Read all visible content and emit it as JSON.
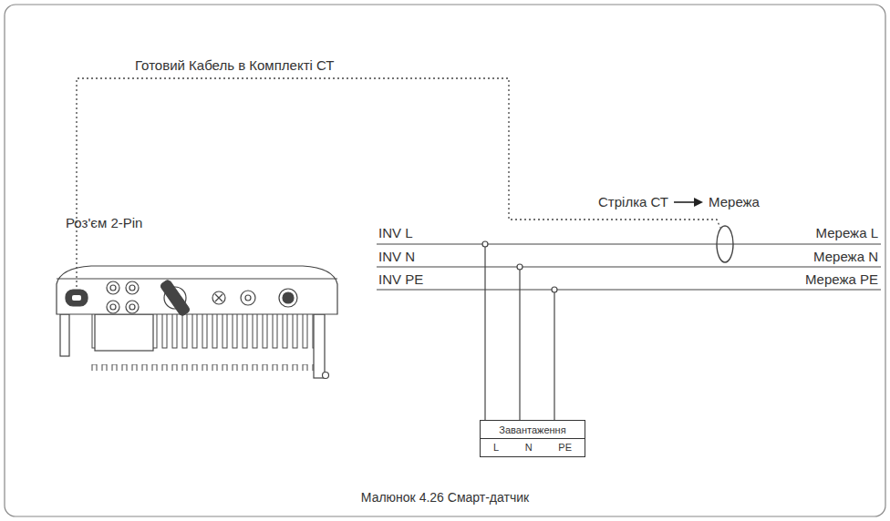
{
  "diagram": {
    "caption": "Малюнок 4.26 Смарт-датчик",
    "nodes": [
      {
        "text": [
          "Завантаження",
          "L",
          "N",
          "PE"
        ]
      }
    ],
    "labels": [
      "Готовий Кабель в Комплекті СТ",
      "Роз'єм 2-Pin",
      "Стрілка СТ",
      "Мережа",
      "INV L",
      "Мережа L",
      "INV N",
      "Мережа N",
      "INV PE",
      "Мережа PE"
    ]
  }
}
